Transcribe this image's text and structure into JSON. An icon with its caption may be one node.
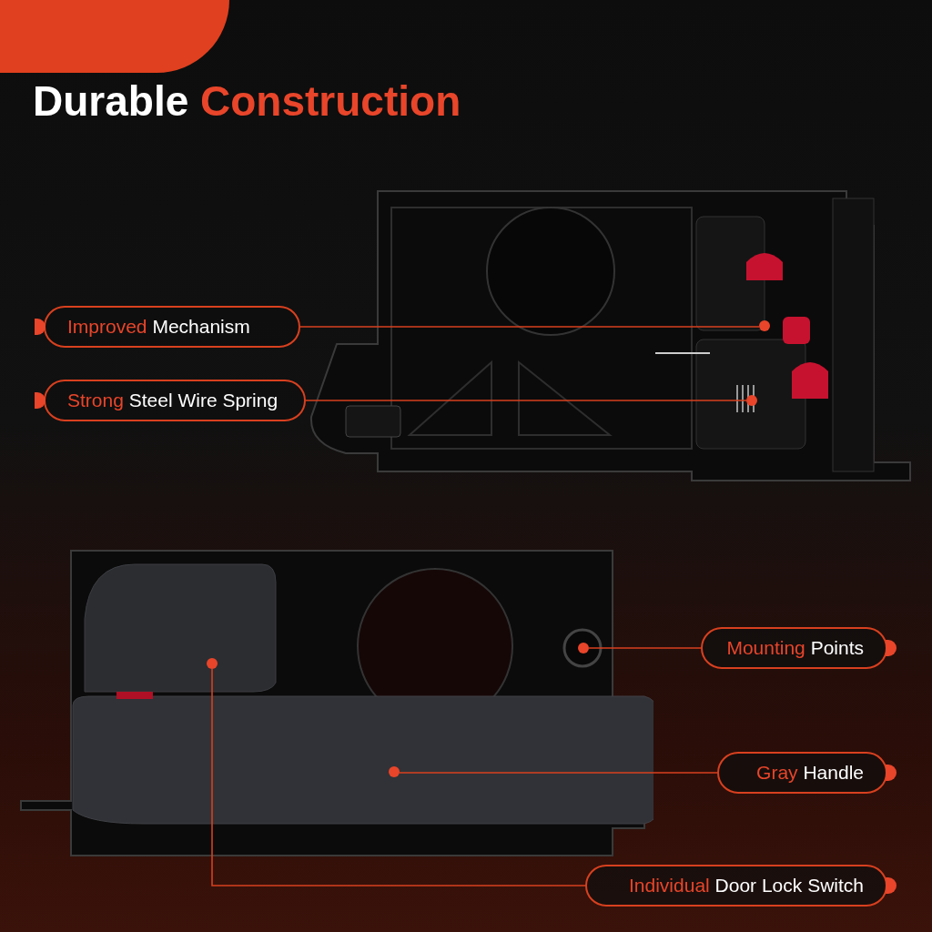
{
  "diagram": {
    "title": "Durable Construction",
    "nodes": [
      {
        "text": [
          "Improved Mechanism"
        ]
      },
      {
        "text": [
          "Strong Steel Wire Spring"
        ]
      },
      {
        "text": [
          "Mounting Points"
        ]
      },
      {
        "text": [
          "Gray Handle"
        ]
      },
      {
        "text": [
          "Individual Door Lock Switch"
        ]
      },
      {
        "text": [],
        "shape": "circle"
      },
      {
        "text": [],
        "shape": "circle"
      },
      {
        "text": [],
        "shape": "circle"
      },
      {
        "text": [],
        "shape": "circle"
      },
      {
        "text": [],
        "shape": "circle"
      }
    ],
    "edges": [
      {
        "from": 0,
        "to": 5,
        "arrow": "none"
      },
      {
        "from": 1,
        "to": 6,
        "arrow": "none"
      },
      {
        "from": 2,
        "to": 7,
        "arrow": "none"
      },
      {
        "from": 3,
        "to": 8,
        "arrow": "none"
      },
      {
        "from": 4,
        "to": 9,
        "arrow": "none"
      }
    ]
  }
}
